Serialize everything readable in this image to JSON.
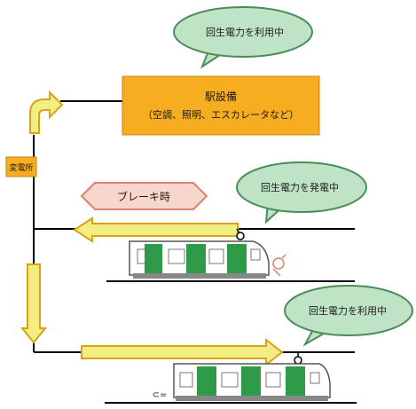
{
  "bubbles": {
    "top": "回生電力を利用中",
    "middle": "回生電力を発電中",
    "bottom": "回生電力を利用中"
  },
  "station_box": {
    "line1": "駅設備",
    "line2": "（空調、照明、エスカレータなど）"
  },
  "substation_label": "変電所",
  "brake_label": "ブレーキ時",
  "small_marks": {
    "train_b_side": "⊂="
  },
  "colors": {
    "station_box_fill": "#f6ad1f",
    "arrow_fill": "#f3ee84",
    "arrow_stroke": "#d8a314",
    "bubble_fill": "#bfe3c5",
    "bubble_stroke": "#4a8c58",
    "brake_fill": "#f8d6cc",
    "brake_stroke": "#d8826f",
    "train_window": "#2f9a47",
    "line": "#000000"
  }
}
